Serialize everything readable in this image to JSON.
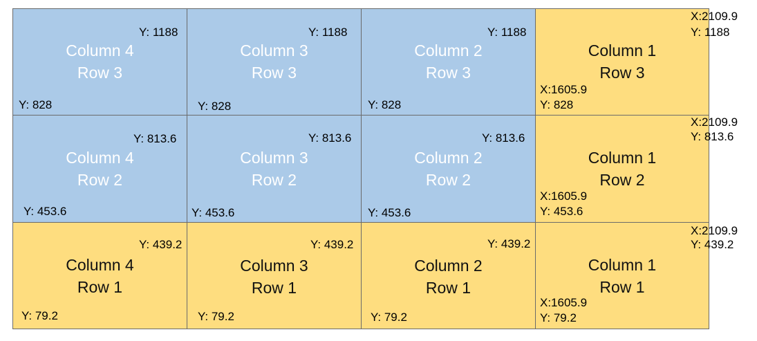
{
  "grid": {
    "colors": {
      "blue": "#abcae8",
      "yellow": "#fedd7f",
      "border": "#6a6a6a"
    },
    "cells": [
      {
        "column": "Column 4",
        "row": "Row 3",
        "color": "blue",
        "y_top": "Y: 1188",
        "y_bottom": "Y: 828"
      },
      {
        "column": "Column 3",
        "row": "Row 3",
        "color": "blue",
        "y_top": "Y: 1188",
        "y_bottom": "Y: 828"
      },
      {
        "column": "Column 2",
        "row": "Row 3",
        "color": "blue",
        "y_top": "Y: 1188",
        "y_bottom": "Y: 828"
      },
      {
        "column": "Column 1",
        "row": "Row 3",
        "color": "yellow",
        "x_top": "X:2109.9",
        "y_top": "Y: 1188",
        "x_bottom": "X:1605.9",
        "y_bottom": "Y: 828"
      },
      {
        "column": "Column 4",
        "row": "Row 2",
        "color": "blue",
        "y_top": "Y: 813.6",
        "y_bottom": "Y: 453.6"
      },
      {
        "column": "Column 3",
        "row": "Row 2",
        "color": "blue",
        "y_top": "Y: 813.6",
        "y_bottom": "Y: 453.6"
      },
      {
        "column": "Column 2",
        "row": "Row 2",
        "color": "blue",
        "y_top": "Y: 813.6",
        "y_bottom": "Y: 453.6"
      },
      {
        "column": "Column 1",
        "row": "Row 2",
        "color": "yellow",
        "x_top": "X:2109.9",
        "y_top": "Y: 813.6",
        "x_bottom": "X:1605.9",
        "y_bottom": "Y: 453.6"
      },
      {
        "column": "Column 4",
        "row": "Row 1",
        "color": "yellow",
        "y_top": "Y: 439.2",
        "y_bottom": "Y: 79.2"
      },
      {
        "column": "Column 3",
        "row": "Row 1",
        "color": "yellow",
        "y_top": "Y: 439.2",
        "y_bottom": "Y: 79.2"
      },
      {
        "column": "Column 2",
        "row": "Row 1",
        "color": "yellow",
        "y_top": "Y: 439.2",
        "y_bottom": "Y: 79.2"
      },
      {
        "column": "Column 1",
        "row": "Row 1",
        "color": "yellow",
        "x_top": "X:2109.9",
        "y_top": "Y: 439.2",
        "x_bottom": "X:1605.9",
        "y_bottom": "Y: 79.2"
      }
    ]
  }
}
